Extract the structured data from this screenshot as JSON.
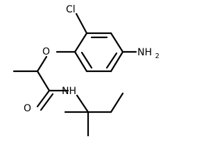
{
  "molecule": {
    "atoms": {
      "chlorine": "Cl",
      "ether_oxygen": "O",
      "amine": "NH",
      "amine_subscript": "2",
      "carbonyl_oxygen": "O",
      "amide_nitrogen": "NH"
    }
  }
}
